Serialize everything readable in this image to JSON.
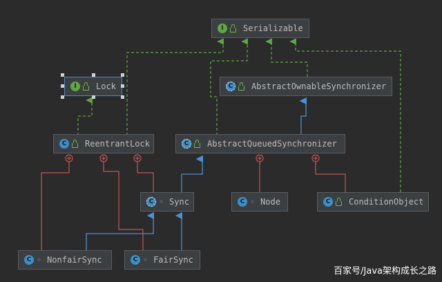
{
  "nodes": {
    "serializable": "Serializable",
    "lock": "Lock",
    "aos": "AbstractOwnableSynchronizer",
    "reentrant": "ReentrantLock",
    "aqs": "AbstractQueuedSynchronizer",
    "sync": "Sync",
    "node": "Node",
    "condition": "ConditionObject",
    "nonfair": "NonfairSync",
    "fair": "FairSync"
  },
  "icons": {
    "interface": "I",
    "class": "C"
  },
  "colors": {
    "implements": "#5ea743",
    "extends": "#4a90d9",
    "inner": "#c75450"
  },
  "watermark": "百家号/Java架构成长之路"
}
